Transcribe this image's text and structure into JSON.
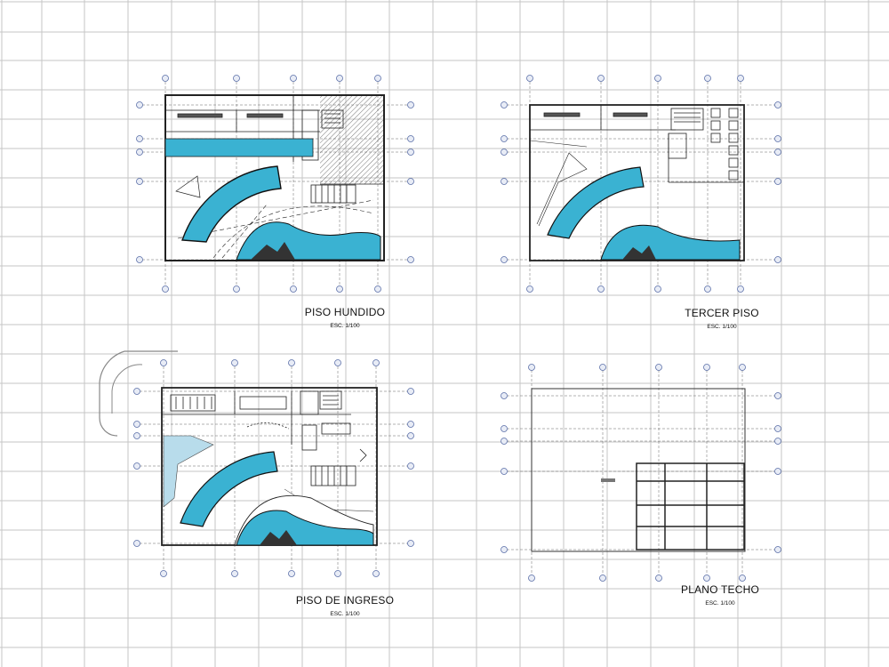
{
  "sheet": {
    "grid_color": "#c6c6c6",
    "line_color": "#222222",
    "water_color": "#3ab2d2",
    "water_light_color": "#b8dceb",
    "axis_bubble_color": "#5b6fa8"
  },
  "plans": [
    {
      "id": "piso-hundido",
      "title": "PISO HUNDIDO",
      "scale": "ESC. 1/100"
    },
    {
      "id": "tercer-piso",
      "title": "TERCER PISO",
      "scale": "ESC. 1/100"
    },
    {
      "id": "piso-de-ingreso",
      "title": "PISO DE INGRESO",
      "scale": "ESC. 1/100"
    },
    {
      "id": "plano-techo",
      "title": "PLANO TECHO",
      "scale": "ESC. 1/100"
    }
  ]
}
